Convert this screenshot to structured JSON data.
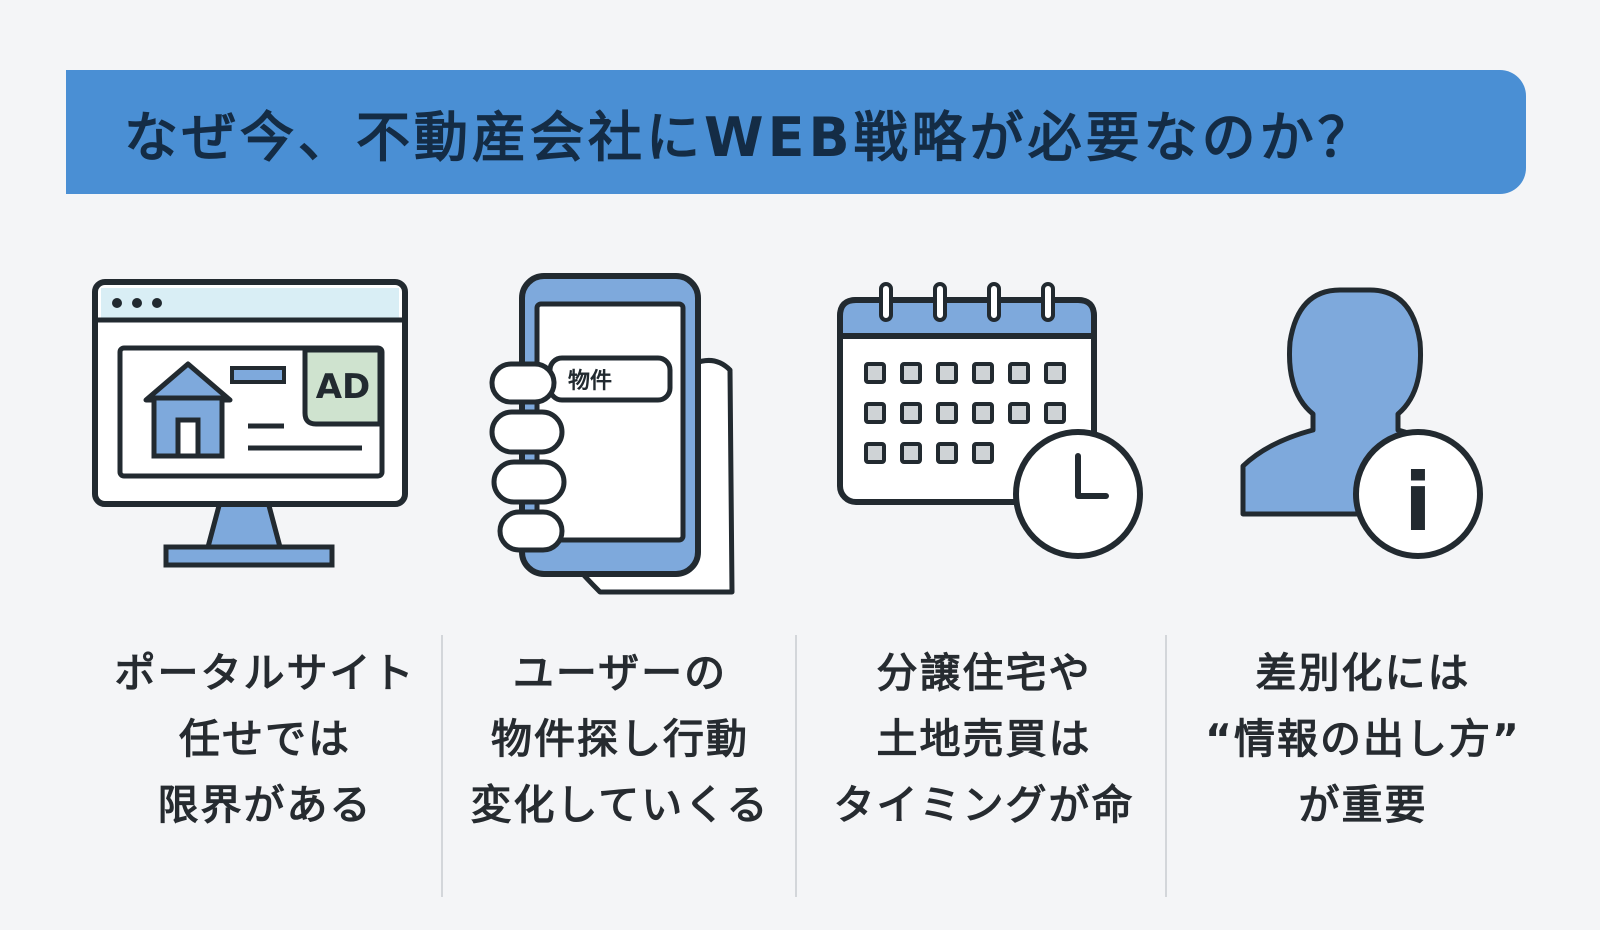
{
  "header": {
    "title": "なぜ今、不動産会社にWEB戦略が必要なのか？"
  },
  "icons": {
    "monitor": {
      "name": "monitor-ad-icon",
      "ad_label": "AD"
    },
    "phone": {
      "name": "smartphone-search-icon",
      "search_text": "物件"
    },
    "calendar": {
      "name": "calendar-clock-icon"
    },
    "user": {
      "name": "user-info-icon",
      "info_glyph": "i"
    }
  },
  "columns": [
    {
      "lines": [
        "ポータルサイト",
        "任せでは",
        "限界がある"
      ]
    },
    {
      "lines": [
        "ユーザーの",
        "物件探し行動",
        "変化していくる"
      ]
    },
    {
      "lines": [
        "分譲住宅や",
        "土地売買は",
        "タイミングが命"
      ]
    },
    {
      "lines": [
        "差別化には",
        "“情報の出し方”",
        "が重要"
      ]
    }
  ],
  "colors": {
    "banner": "#4a8fd4",
    "accent_blue": "#7ea9dc",
    "accent_green": "#cfe3cf",
    "outline": "#222a30",
    "background": "#f4f5f7"
  }
}
